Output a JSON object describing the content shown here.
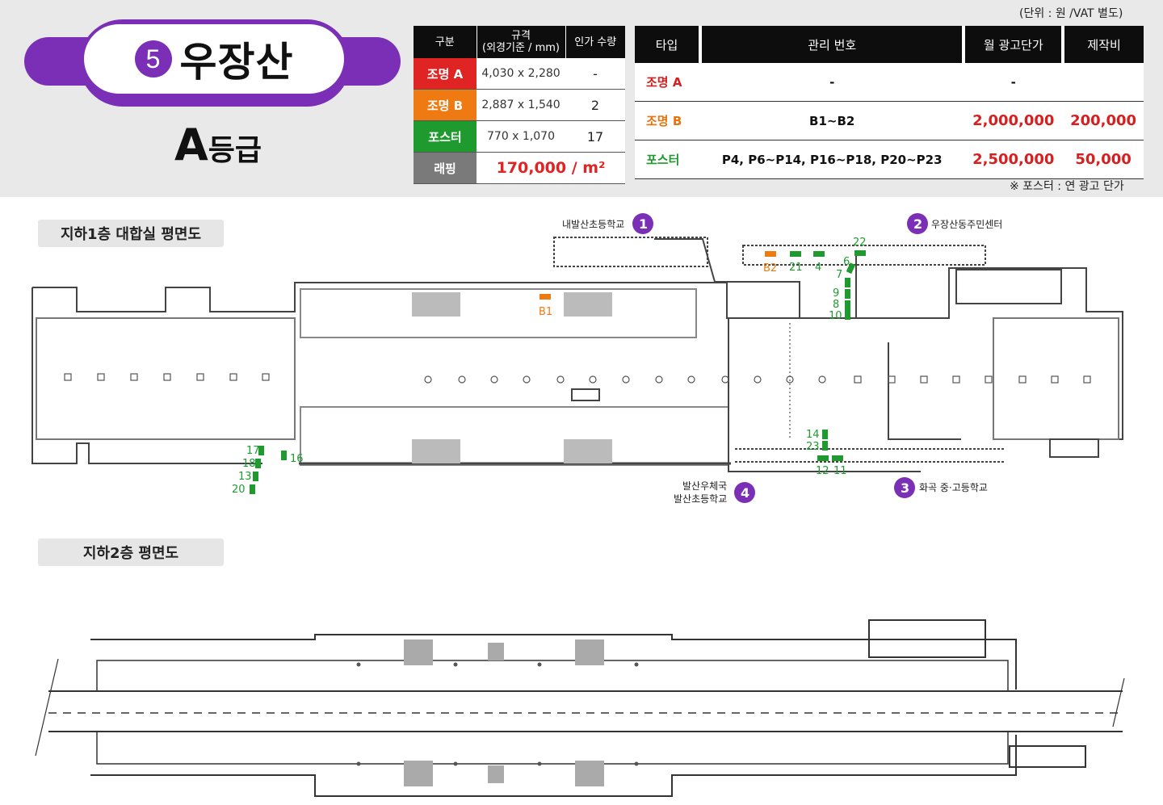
{
  "station": {
    "line_number": "5",
    "name": "우장산",
    "grade_letter": "A",
    "grade_suffix": "등급"
  },
  "spec_table": {
    "headers": [
      "구분",
      "규격",
      "(외경기준 / mm)",
      "인가 수량"
    ],
    "rows": [
      {
        "type": "조명 A",
        "size": "4,030 x 2,280",
        "qty": "-"
      },
      {
        "type": "조명 B",
        "size": "2,887 x 1,540",
        "qty": "2"
      },
      {
        "type": "포스터",
        "size": "770 x 1,070",
        "qty": "17"
      }
    ],
    "wrapping": {
      "type": "래핑",
      "price": "170,000 / m²"
    }
  },
  "price_table": {
    "unit_note": "(단위 : 원 /VAT 별도)",
    "headers": [
      "타입",
      "관리 번호",
      "월 광고단가",
      "제작비"
    ],
    "rows": [
      {
        "type": "조명 A",
        "code": "-",
        "monthly": "-",
        "production": ""
      },
      {
        "type": "조명 B",
        "code": "B1~B2",
        "monthly": "2,000,000",
        "production": "200,000"
      },
      {
        "type": "포스터",
        "code": "P4, P6~P14, P16~P18, P20~P23",
        "monthly": "2,500,000",
        "production": "50,000"
      }
    ],
    "footnote": "※ 포스터 : 연 광고 단가"
  },
  "colors": {
    "purple": "#7b2fb6",
    "red": "#e02323",
    "orange": "#ef7a12",
    "green": "#1f9a2f",
    "gray": "#7a7a7a"
  },
  "floor1": {
    "title": "지하1층 대합실 평면도",
    "exits": [
      {
        "num": "1",
        "label": "내발산초등학교"
      },
      {
        "num": "2",
        "label": "우장산동주민센터"
      },
      {
        "num": "3",
        "label": "화곡 중·고등학교"
      },
      {
        "num": "4",
        "label": "발산우체국",
        "label2": "발산초등학교"
      }
    ],
    "orange_markers": [
      "B1",
      "B2"
    ],
    "green_markers": [
      "21",
      "4",
      "22",
      "6",
      "7",
      "9",
      "8",
      "10",
      "14",
      "23",
      "12",
      "11",
      "17",
      "18",
      "13",
      "20",
      "16"
    ]
  },
  "floor2": {
    "title": "지하2층 평면도"
  }
}
